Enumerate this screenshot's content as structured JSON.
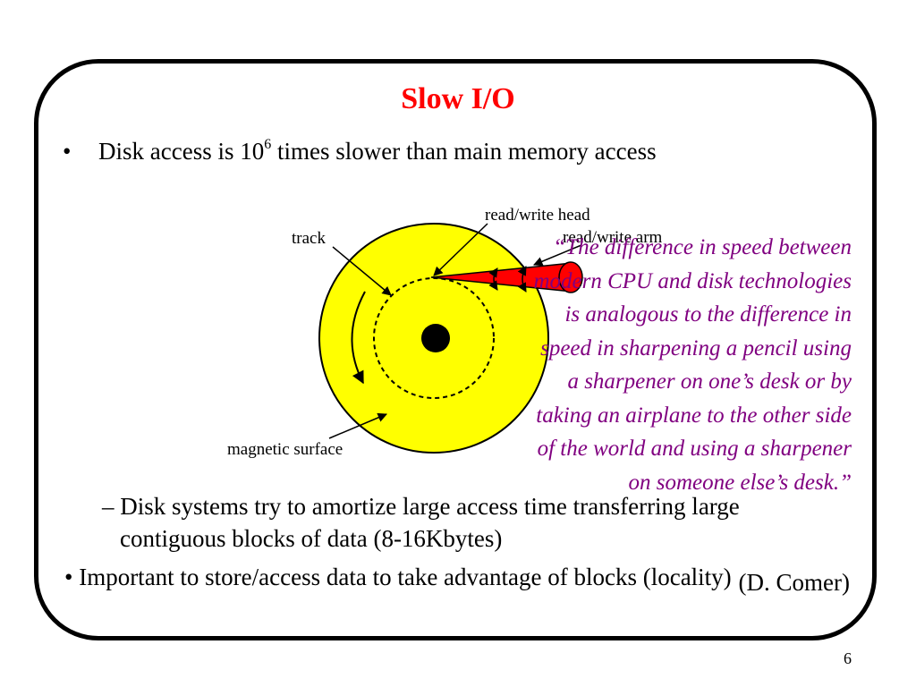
{
  "slide": {
    "title": "Slow I/O",
    "bullet_symbol": "•",
    "bullet1": {
      "text_before": "Disk access is 10",
      "superscript": "6",
      "text_after": " times slower than main memory access"
    },
    "sub_bullet": {
      "line1": "– Disk systems try to amortize large access time transferring large",
      "line2": "contiguous blocks of data (8-16Kbytes)"
    },
    "bullet2": "•  Important to store/access data to take advantage of blocks (locality)",
    "quote": "“The difference in speed between modern CPU and disk technologies is analogous to the difference in speed in sharpening a pencil using a sharpener on one’s desk or by taking an airplane to the other side of the world and using a sharpener on someone else’s desk.”",
    "attribution": "(D. Comer)",
    "page_number": "6"
  },
  "diagram": {
    "labels": {
      "track": "track",
      "head": "read/write head",
      "arm": "read/write arm",
      "surface": "magnetic surface"
    },
    "colors": {
      "platter": "#ffff00",
      "arm": "#ff0000",
      "title": "#ff0000",
      "quote": "#800080"
    }
  }
}
